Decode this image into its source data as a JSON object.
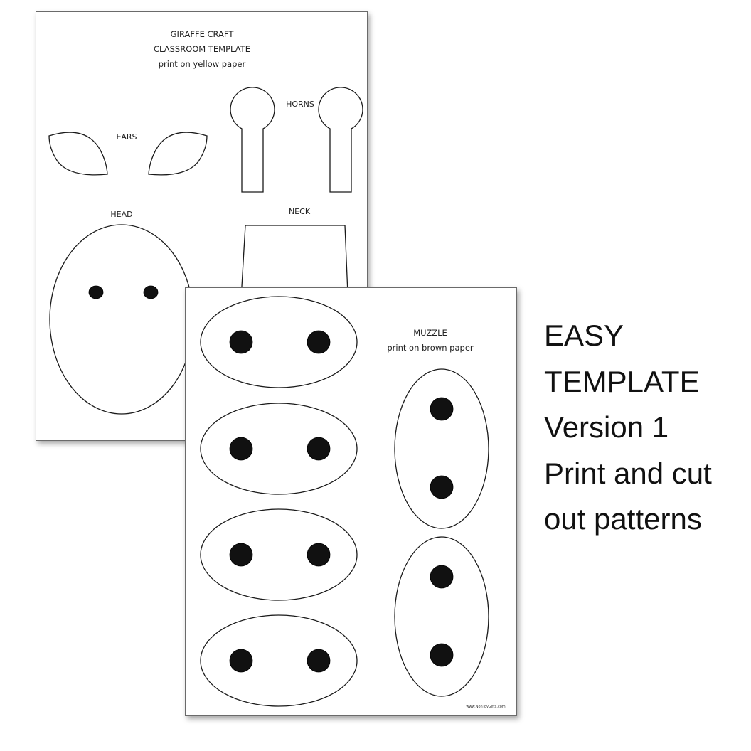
{
  "back_sheet": {
    "title_line1": "GIRAFFE CRAFT",
    "title_line2": "CLASSROOM TEMPLATE",
    "subtitle": "print on yellow paper",
    "labels": {
      "ears": "EARS",
      "horns": "HORNS",
      "head": "HEAD",
      "neck": "NECK"
    }
  },
  "front_sheet": {
    "title": "MUZZLE",
    "subtitle": "print on brown paper",
    "footer": "www.NonToyGifts.com"
  },
  "caption": {
    "line1": "EASY",
    "line2": "TEMPLATE",
    "line3": "Version 1",
    "line4": "Print and cut",
    "line5": "out patterns"
  }
}
